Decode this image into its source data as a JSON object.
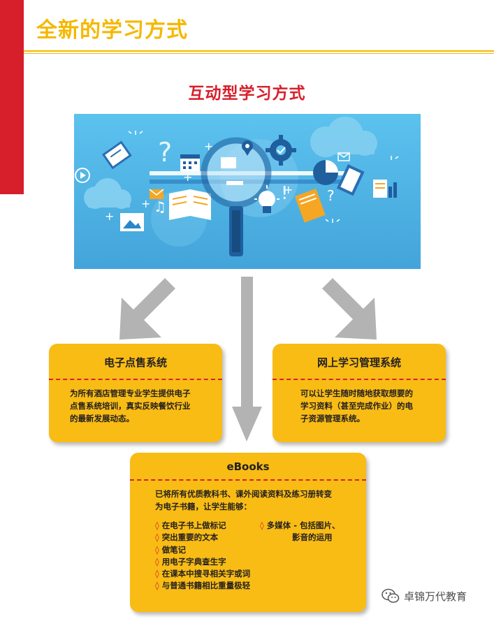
{
  "header": {
    "title": "全新的学习方式"
  },
  "section": {
    "heading": "互动型学习方式"
  },
  "colors": {
    "accent_red": "#d71f2b",
    "accent_yellow": "#f5b800",
    "box_yellow": "#f8bc15",
    "arrow_gray": "#b3b3b3",
    "hero_blue": "#4fb0e2"
  },
  "hero": {
    "description_icons": [
      "magnifier-icon",
      "book-icon",
      "calendar-icon",
      "gear-icon",
      "pie-chart-icon",
      "envelope-icon",
      "lightbulb-icon",
      "music-icon",
      "cloud-icon",
      "image-icon"
    ]
  },
  "boxes": {
    "pos": {
      "title": "电子点售系统",
      "lines": [
        "为所有酒店管理专业学生提供电子",
        "点售系统培训，真实反映餐饮行业",
        "的最新发展动态。"
      ]
    },
    "lms": {
      "title": "网上学习管理系统",
      "lines": [
        "可以让学生随时随地获取想要的",
        "学习资料（甚至完成作业）的电",
        "子资源管理系统。"
      ]
    },
    "ebooks": {
      "title": "eBooks",
      "intro_lines": [
        "已将所有优质教科书、课外阅读资料及练习册转变",
        "为电子书籍，让学生能够："
      ],
      "features_left": [
        "在电子书上做标记",
        "突出重要的文本",
        "做笔记",
        "用电子字典查生字",
        "在课本中搜寻相关字或词",
        "与普通书籍相比重量极轻"
      ],
      "features_right": [
        "多媒体 - 包括图片、",
        "影音的运用"
      ],
      "bullet": "◊"
    }
  },
  "watermark": {
    "text": "卓锦万代教育",
    "icon": "wechat-icon"
  }
}
